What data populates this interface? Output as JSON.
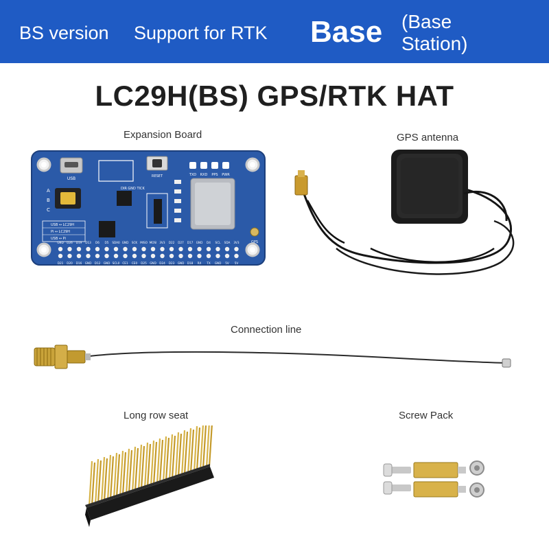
{
  "banner": {
    "version": "BS version",
    "support": "Support for RTK",
    "mode": "Base",
    "mode_note": "(Base Station)",
    "color": "#1f5bc4"
  },
  "title": "LC29H(BS) GPS/RTK HAT",
  "items": {
    "board": "Expansion Board",
    "antenna": "GPS antenna",
    "line": "Connection line",
    "seat": "Long row seat",
    "screws": "Screw Pack"
  },
  "board": {
    "color": "#2b5aa8",
    "usb_label": "USB",
    "reset_label": "RESET",
    "leds": [
      "TXD",
      "RXD",
      "PPS",
      "PWR"
    ],
    "switch_labels": [
      "A",
      "B",
      "C"
    ],
    "switch_table": [
      "USB ↔ LC29H",
      "Pi ↔ LC29H",
      "USB ↔ Pi"
    ],
    "mid_label": "DIR GND TICK",
    "gps_label": "GPS",
    "top_pins": [
      "GND",
      "D26",
      "D19",
      "D13",
      "D6",
      "D5",
      "SDA0",
      "GND",
      "SCK",
      "MISO",
      "MOSI",
      "3V3",
      "D22",
      "D27",
      "D17",
      "GND",
      "D4",
      "SCL",
      "SDA",
      "3V3"
    ],
    "bottom_pins": [
      "D21",
      "D20",
      "D16",
      "GND",
      "D12",
      "GND",
      "SCL0",
      "CE1",
      "CE0",
      "D25",
      "GND",
      "D24",
      "D23",
      "GND",
      "D18",
      "RX",
      "TX",
      "GND",
      "5V",
      "5V"
    ]
  },
  "icons": [
    "expansion-board-image",
    "gps-antenna-image",
    "connection-cable-image",
    "pin-header-image",
    "screw-pack-image"
  ]
}
